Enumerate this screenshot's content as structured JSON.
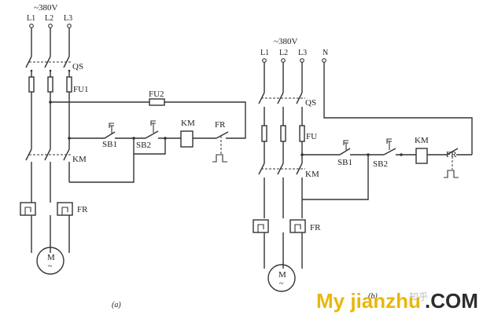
{
  "diagram_a": {
    "voltage": "~380V",
    "phases": [
      "L1",
      "L2",
      "L3"
    ],
    "qs": "QS",
    "fu1": "FU1",
    "fu2": "FU2",
    "km_contact": "KM",
    "fr_heater": "FR",
    "sb1": "SB1",
    "sb2": "SB2",
    "km_coil": "KM",
    "fr_contact": "FR",
    "motor": "M",
    "motor_sub": "~",
    "caption": "(a)"
  },
  "diagram_b": {
    "voltage": "~380V",
    "phases": [
      "L1",
      "L2",
      "L3"
    ],
    "neutral": "N",
    "qs": "QS",
    "fu": "FU",
    "km_contact": "KM",
    "fr_heater": "FR",
    "sb1": "SB1",
    "sb2": "SB2",
    "km_coil": "KM",
    "fr_contact": "FR",
    "motor": "M",
    "motor_sub": "~",
    "caption": "(b)"
  },
  "watermark": {
    "brand_text": "My jianzhu",
    "dot_com": ".COM",
    "faint": "知乎"
  },
  "colors": {
    "line": "#333333",
    "brand_yellow": "#e7b400",
    "brand_dark": "#222222"
  }
}
